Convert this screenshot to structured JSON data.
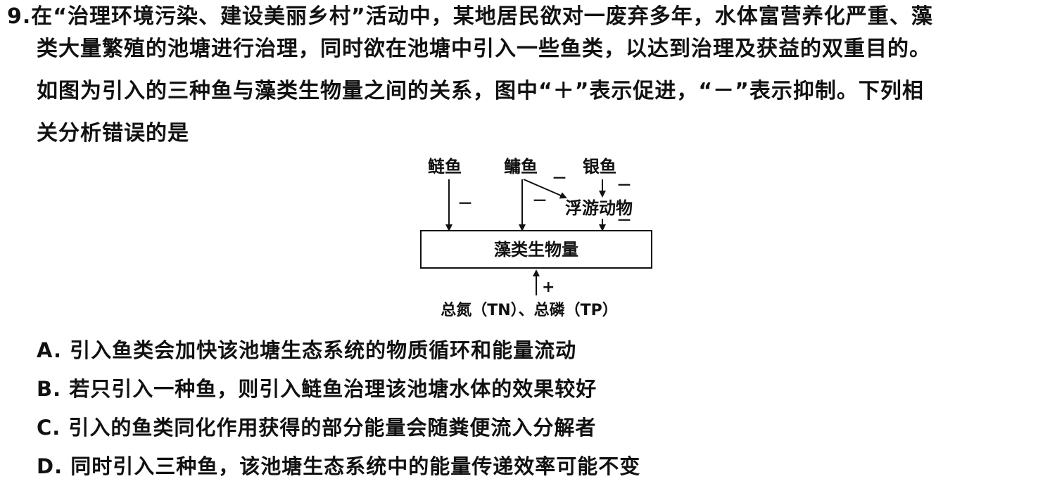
{
  "question": {
    "number": "9.",
    "stem_lines": [
      "在“治理环境污染、建设美丽乡村”活动中，某地居民欲对一废弃多年，水体富营养化严重、藻",
      "类大量繁殖的池塘进行治理，同时欲在池塘中引入一些鱼类，以达到治理及获益的双重目的。",
      "如图为引入的三种鱼与藻类生物量之间的关系，图中“＋”表示促进，“－”表示抑制。下列相",
      "关分析错误的是"
    ]
  },
  "diagram": {
    "fish": [
      "鲢鱼",
      "鳙鱼",
      "银鱼"
    ],
    "zooplankton": "浮游动物",
    "box_label": "藻类生物量",
    "nutrients": "总氮（TN）、总磷（TP）",
    "minus": "－",
    "plus": "+"
  },
  "options": [
    {
      "letter": "A.",
      "text": "引入鱼类会加快该池塘生态系统的物质循环和能量流动"
    },
    {
      "letter": "B.",
      "text": "若只引入一种鱼，则引入鲢鱼治理该池塘水体的效果较好"
    },
    {
      "letter": "C.",
      "text": "引入的鱼类同化作用获得的部分能量会随粪便流入分解者"
    },
    {
      "letter": "D.",
      "text": "同时引入三种鱼，该池塘生态系统中的能量传递效率可能不变"
    }
  ]
}
